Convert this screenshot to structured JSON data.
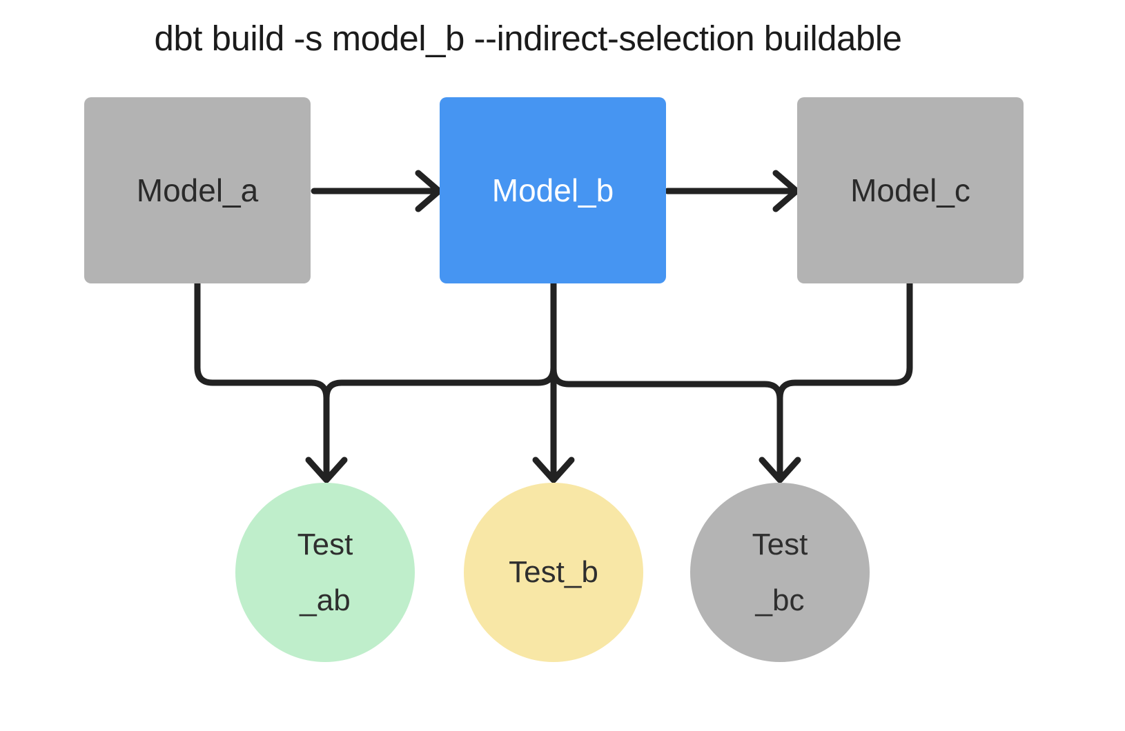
{
  "title": "dbt build -s model_b --indirect-selection buildable",
  "colors": {
    "background": "#ffffff",
    "line": "#222222",
    "title_text": "#1b1b1b",
    "model_default_fill": "#b3b3b3",
    "model_selected_fill": "#4695f2",
    "model_text": "#2a2a2a",
    "model_selected_text": "#ffffff",
    "test_ab_fill": "#bfeecb",
    "test_b_fill": "#f8e7a6",
    "test_bc_fill": "#b4b4b4",
    "test_text": "#2e2e2e"
  },
  "nodes": {
    "model_a": {
      "label": "Model_a",
      "kind": "model",
      "state": "not-selected"
    },
    "model_b": {
      "label": "Model_b",
      "kind": "model",
      "state": "selected"
    },
    "model_c": {
      "label": "Model_c",
      "kind": "model",
      "state": "not-selected"
    },
    "test_ab": {
      "label": "Test\n_ab",
      "kind": "test"
    },
    "test_b": {
      "label": "Test_b",
      "kind": "test"
    },
    "test_bc": {
      "label": "Test\n_bc",
      "kind": "test"
    }
  },
  "edges": [
    {
      "from": "model_a",
      "to": "model_b"
    },
    {
      "from": "model_b",
      "to": "model_c"
    },
    {
      "from": "model_a",
      "to": "test_ab"
    },
    {
      "from": "model_b",
      "to": "test_ab"
    },
    {
      "from": "model_b",
      "to": "test_b"
    },
    {
      "from": "model_b",
      "to": "test_bc"
    },
    {
      "from": "model_c",
      "to": "test_bc"
    }
  ]
}
